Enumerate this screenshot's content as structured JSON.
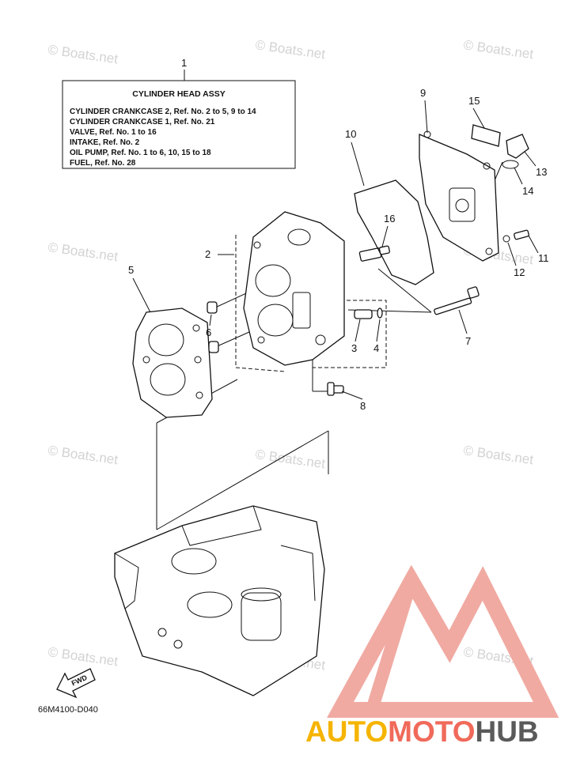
{
  "diagram": {
    "legend": {
      "title": "CYLINDER HEAD ASSY",
      "lines": [
        "CYLINDER CRANKCASE 2, Ref. No. 2 to 5, 9 to 14",
        "CYLINDER CRANKCASE 1, Ref. No. 21",
        "VALVE, Ref. No. 1 to 16",
        "INTAKE, Ref. No. 2",
        "OIL PUMP, Ref. No. 1 to 6, 10, 15 to 18",
        "FUEL, Ref. No. 28"
      ]
    },
    "callouts": [
      "1",
      "2",
      "3",
      "4",
      "5",
      "6",
      "7",
      "8",
      "9",
      "10",
      "11",
      "12",
      "13",
      "14",
      "15",
      "16"
    ],
    "direction_label": "FWD",
    "figure_code": "66M4100-D040"
  },
  "watermark": {
    "text": "© Boats.net"
  },
  "brand": {
    "part1": "AUTO",
    "part2": "MOTO",
    "part3": "HUB",
    "colors": {
      "auto": "#f5b400",
      "moto": "#f06a5a",
      "hub": "#5a5a5a",
      "logo": "#e63c2e"
    }
  }
}
